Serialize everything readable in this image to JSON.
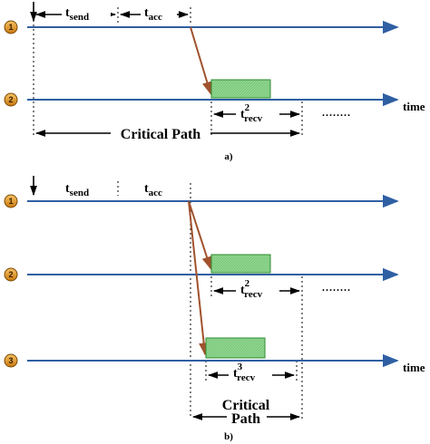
{
  "colors": {
    "timeline": "#2f5fa3",
    "arrow_red": "#a0522d",
    "packet_fill": "#8fd58f",
    "packet_stroke": "#2e8b2e",
    "node_fill": "#e39b2b",
    "node_stroke": "#7a4a05"
  },
  "panel_a": {
    "nodes": [
      "1",
      "2"
    ],
    "t_send": "t",
    "t_send_sub": "send",
    "t_acc": "t",
    "t_acc_sub": "acc",
    "t_recv": "t",
    "t_recv_sup": "2",
    "t_recv_sub": "recv",
    "dots": "........",
    "time_label": "time",
    "critical_path": "Critical Path",
    "caption": "a)"
  },
  "panel_b": {
    "nodes": [
      "1",
      "2",
      "3"
    ],
    "t_send": "t",
    "t_send_sub": "send",
    "t_acc": "t",
    "t_acc_sub": "acc",
    "t_recv2": "t",
    "t_recv2_sup": "2",
    "t_recv2_sub": "recv",
    "t_recv3": "t",
    "t_recv3_sup": "3",
    "t_recv3_sub": "recv",
    "dots": "........",
    "time_label": "time",
    "critical_line1": "Critical",
    "critical_line2": "Path",
    "caption": "b)"
  }
}
